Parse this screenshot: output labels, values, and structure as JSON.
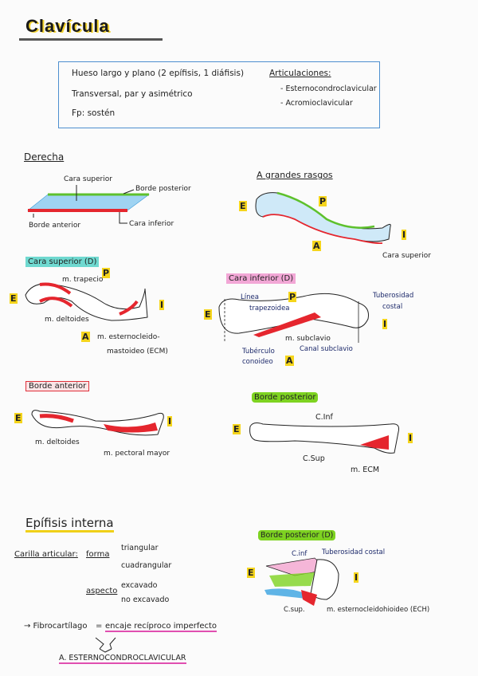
{
  "page": {
    "title": "Clavícula"
  },
  "info_box": {
    "lines": [
      "Hueso largo y plano (2 epífisis, 1 diáfisis)",
      "Transversal, par y asimétrico",
      "Fp: sostén"
    ],
    "articulations_heading": "Articulaciones:",
    "articulations": [
      "- Esternocondroclavicular",
      "- Acromioclavicular"
    ]
  },
  "derecha": {
    "heading": "Derecha",
    "labels": {
      "cara_superior": "Cara superior",
      "borde_posterior": "Borde posterior",
      "cara_inferior": "Cara inferior",
      "borde_anterior": "Borde anterior"
    },
    "colors": {
      "superior": "#5fb4e6",
      "posterior": "#5ec12c",
      "anterior": "#e5262e"
    }
  },
  "grandes_rasgos": {
    "heading": "A grandes rasgos",
    "markers": {
      "E": "E",
      "P": "P",
      "I": "I",
      "A": "A"
    },
    "caption": "Cara superior"
  },
  "cara_superior_d": {
    "heading": "Cara superior (D)",
    "markers": {
      "E": "E",
      "P": "P",
      "I": "I",
      "A": "A"
    },
    "labels": {
      "trapecio": "m. trapecio",
      "deltoides": "m. deltoides",
      "ecm_line1": "m. esternocleido-",
      "ecm_line2": "mastoideo (ECM)"
    }
  },
  "cara_inferior_d": {
    "heading": "Cara inferior (D)",
    "markers": {
      "E": "E",
      "P": "P",
      "I": "I",
      "A": "A"
    },
    "labels": {
      "linea_trapezoidea_1": "Línea",
      "linea_trapezoidea_2": "trapezoidea",
      "tuberosidad_1": "Tuberosidad",
      "tuberosidad_2": "costal",
      "subclavio": "m. subclavio",
      "canal": "Canal subclavio",
      "tuberculo_1": "Tubérculo",
      "tuberculo_2": "conoideo"
    }
  },
  "borde_anterior": {
    "heading": "Borde anterior",
    "markers": {
      "E": "E",
      "I": "I"
    },
    "labels": {
      "deltoides": "m. deltoides",
      "pectoral": "m. pectoral mayor"
    }
  },
  "borde_posterior": {
    "heading": "Borde posterior",
    "markers": {
      "E": "E",
      "I": "I"
    },
    "labels": {
      "c_inf": "C.Inf",
      "c_sup": "C.Sup",
      "ecm": "m. ECM"
    }
  },
  "epifisis_interna": {
    "heading": "Epífisis interna",
    "carilla": "Carilla articular:",
    "forma_label": "forma",
    "forma_options": [
      "triangular",
      "cuadrangular"
    ],
    "aspecto_label": "aspecto",
    "aspecto_options": [
      "excavado",
      "no excavado"
    ],
    "fibro_line": "→ Fibrocartílago",
    "equals": "=",
    "encaje": "encaje recíproco imperfecto",
    "conclusion": "A. ESTERNOCONDROCLAVICULAR"
  },
  "borde_posterior_d": {
    "heading": "Borde posterior (D)",
    "markers": {
      "E": "E",
      "I": "I"
    },
    "labels": {
      "c_inf": "C.inf",
      "tuberosidad": "Tuberosidad costal",
      "c_sup": "C.sup.",
      "ecm": "m. esternocleidohioideo (ECH)"
    }
  }
}
